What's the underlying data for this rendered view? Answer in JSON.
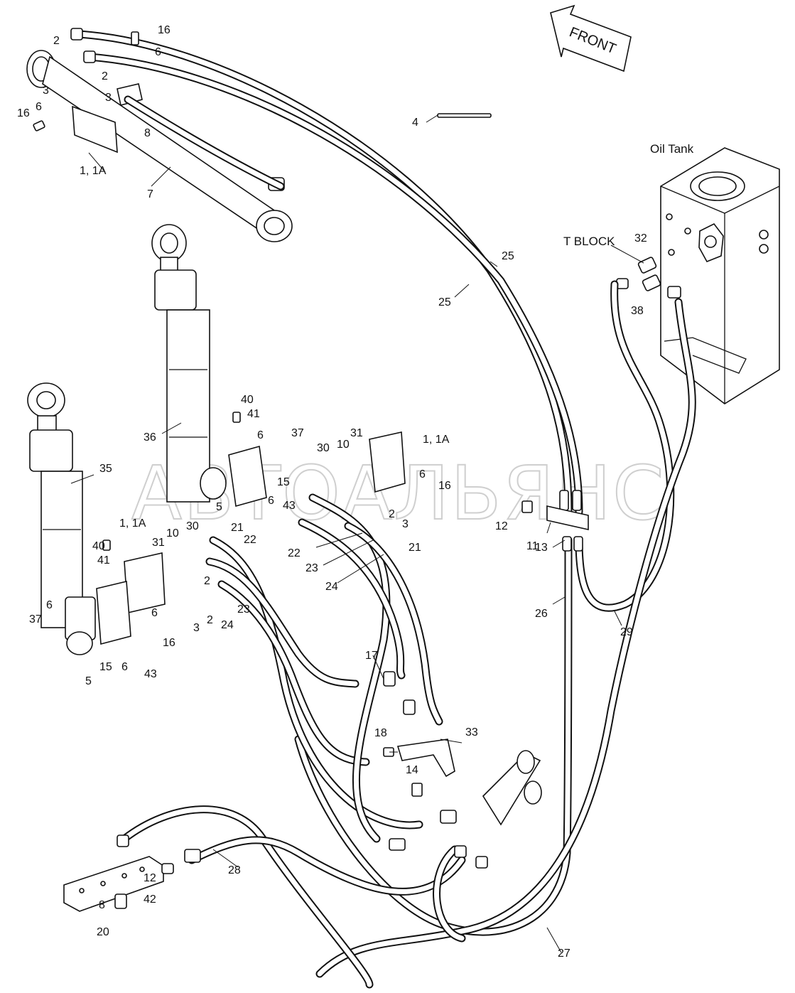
{
  "front_label": "FRONT",
  "oil_tank_label": "Oil Tank",
  "t_block_label": "T  BLOCK",
  "watermark": "АВТОАЛЬЯНС",
  "callouts": {
    "c16a": "16",
    "c6a": "6",
    "c2a": "2",
    "c2b": "2",
    "c3a": "3",
    "c3b": "3",
    "c16b": "16",
    "c6b": "6",
    "c8a": "8",
    "c1a": "1, 1A",
    "c7": "7",
    "c4": "4",
    "c25a": "25",
    "c25b": "25",
    "c32": "32",
    "c38": "38",
    "c40a": "40",
    "c41a": "41",
    "c6c": "6",
    "c37a": "37",
    "c36": "36",
    "c31a": "31",
    "c1b": "1, 1A",
    "c30a": "30",
    "c10a": "10",
    "c6d": "6",
    "c16c": "16",
    "c15a": "15",
    "c5a": "5",
    "c6e": "6",
    "c43a": "43",
    "c2c": "2",
    "c3c": "3",
    "c12a": "12",
    "c11": "11",
    "c13": "13",
    "c35": "35",
    "c1c": "1, 1A",
    "c10b": "10",
    "c30b": "30",
    "c31b": "31",
    "c21a": "21",
    "c22a": "22",
    "c22b": "22",
    "c23a": "23",
    "c21b": "21",
    "c24a": "24",
    "c40b": "40",
    "c41b": "41",
    "c2d": "2",
    "c3d": "3",
    "c2e": "2",
    "c6f": "6",
    "c6g": "6",
    "c37b": "37",
    "c23b": "23",
    "c24b": "24",
    "c16d": "16",
    "c15b": "15",
    "c6h": "6",
    "c43b": "43",
    "c5b": "5",
    "c26": "26",
    "c29": "29",
    "c17": "17",
    "c33": "33",
    "c18": "18",
    "c14": "14",
    "c28": "28",
    "c12b": "12",
    "c8b": "8",
    "c42": "42",
    "c20": "20",
    "c27": "27"
  }
}
